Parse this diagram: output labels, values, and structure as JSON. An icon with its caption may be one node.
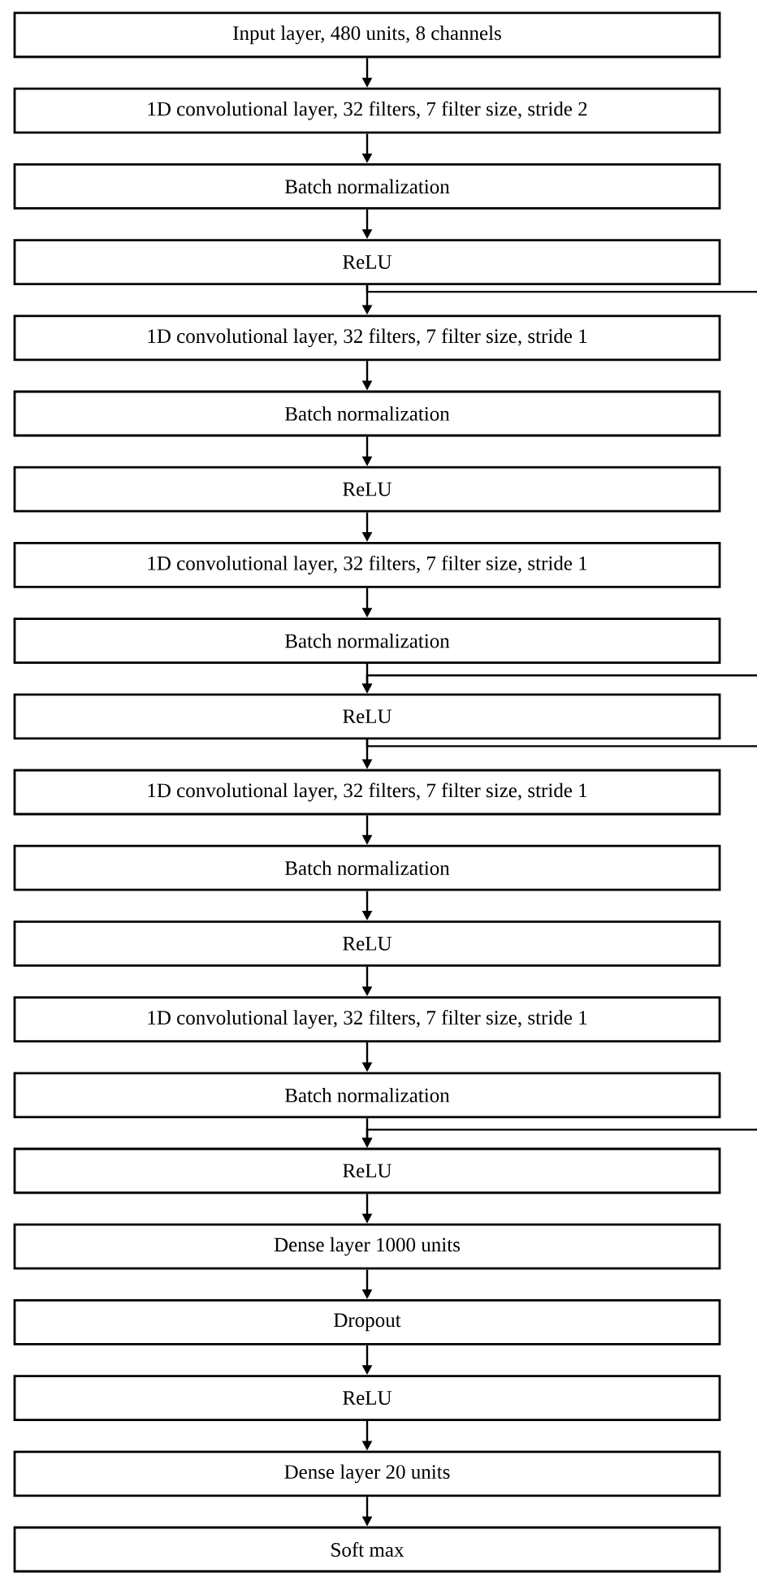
{
  "diagram": {
    "nodes": [
      {
        "text": [
          "Input layer, 480 units, 8 channels"
        ]
      },
      {
        "text": [
          "1D convolutional layer, 32 filters, 7 filter size, stride 2"
        ]
      },
      {
        "text": [
          "Batch normalization"
        ]
      },
      {
        "text": [
          "ReLU"
        ]
      },
      {
        "text": [
          "1D convolutional layer, 32 filters, 7 filter size, stride 1"
        ]
      },
      {
        "text": [
          "Batch normalization"
        ]
      },
      {
        "text": [
          "ReLU"
        ]
      },
      {
        "text": [
          "1D convolutional layer, 32 filters, 7 filter size, stride 1"
        ]
      },
      {
        "text": [
          "Batch normalization"
        ]
      },
      {
        "text": [
          "ReLU"
        ]
      },
      {
        "text": [
          "1D convolutional layer, 32 filters, 7 filter size, stride 1"
        ]
      },
      {
        "text": [
          "Batch normalization"
        ]
      },
      {
        "text": [
          "ReLU"
        ]
      },
      {
        "text": [
          "1D convolutional layer, 32 filters, 7 filter size, stride 1"
        ]
      },
      {
        "text": [
          "Batch normalization"
        ]
      },
      {
        "text": [
          "ReLU"
        ]
      },
      {
        "text": [
          "Dense layer 1000 units"
        ]
      },
      {
        "text": [
          "Dropout"
        ]
      },
      {
        "text": [
          "ReLU"
        ]
      },
      {
        "text": [
          "Dense layer 20 units"
        ]
      },
      {
        "text": [
          "Soft max"
        ]
      }
    ],
    "edges": [
      {
        "from": 0,
        "to": 1,
        "arrow": "to"
      },
      {
        "from": 1,
        "to": 2,
        "arrow": "to"
      },
      {
        "from": 2,
        "to": 3,
        "arrow": "to"
      },
      {
        "from": 3,
        "to": 4,
        "arrow": "to"
      },
      {
        "from": 4,
        "to": 5,
        "arrow": "to"
      },
      {
        "from": 5,
        "to": 6,
        "arrow": "to"
      },
      {
        "from": 6,
        "to": 7,
        "arrow": "to"
      },
      {
        "from": 7,
        "to": 8,
        "arrow": "to"
      },
      {
        "from": 8,
        "to": 9,
        "arrow": "to"
      },
      {
        "from": 9,
        "to": 10,
        "arrow": "to"
      },
      {
        "from": 10,
        "to": 11,
        "arrow": "to"
      },
      {
        "from": 11,
        "to": 12,
        "arrow": "to"
      },
      {
        "from": 12,
        "to": 13,
        "arrow": "to"
      },
      {
        "from": 13,
        "to": 14,
        "arrow": "to"
      },
      {
        "from": 14,
        "to": 15,
        "arrow": "to"
      },
      {
        "from": 15,
        "to": 16,
        "arrow": "to"
      },
      {
        "from": 16,
        "to": 17,
        "arrow": "to"
      },
      {
        "from": 17,
        "to": 18,
        "arrow": "to"
      },
      {
        "from": 18,
        "to": 19,
        "arrow": "to"
      },
      {
        "from": 19,
        "to": 20,
        "arrow": "to"
      },
      {
        "from": 3,
        "to": null,
        "arrow": "none"
      },
      {
        "from": null,
        "to": 9,
        "arrow": "to"
      },
      {
        "from": 9,
        "to": null,
        "arrow": "none"
      },
      {
        "from": null,
        "to": 15,
        "arrow": "to"
      }
    ]
  }
}
